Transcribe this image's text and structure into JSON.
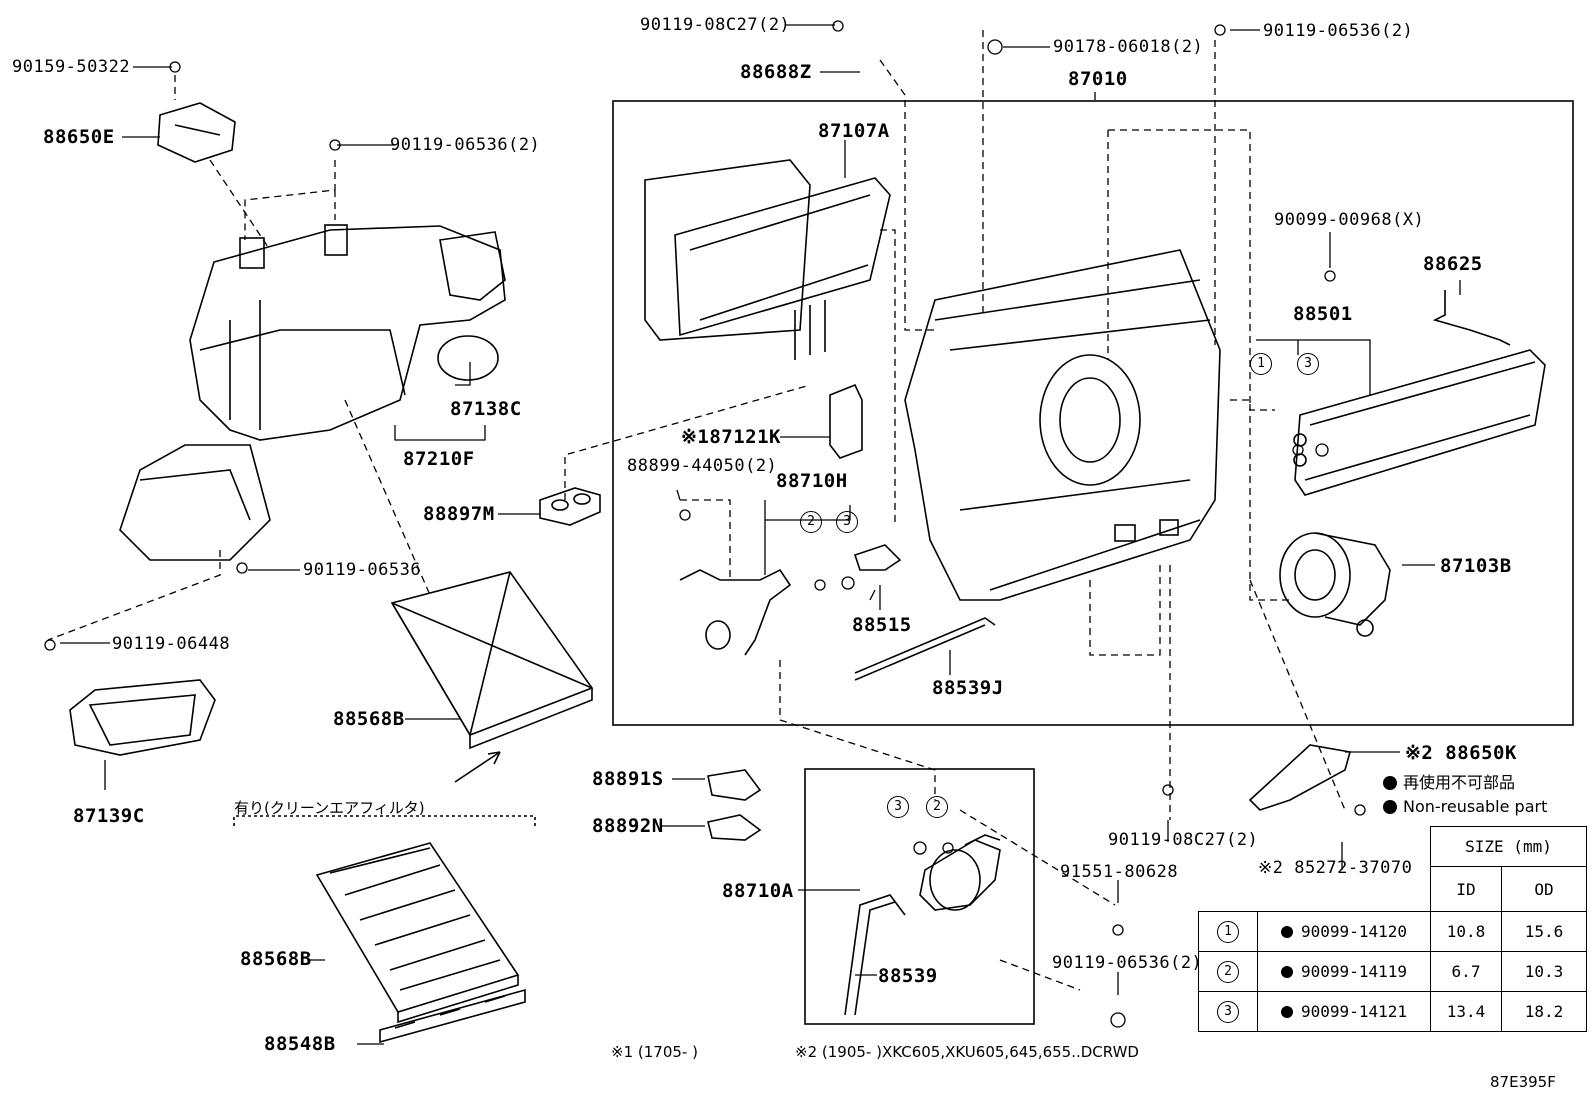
{
  "parts": {
    "p90159_50322": "90159-50322",
    "p88650E": "88650E",
    "p90119_06536_2_top": "90119-06536(2)",
    "p87138C": "87138C",
    "p87210F": "87210F",
    "p90119_06536": "90119-06536",
    "p90119_06448": "90119-06448",
    "p87139C": "87139C",
    "p88568B_top": "88568B",
    "clean_filter": "有り(クリーンエアフィルタ)",
    "p88568B_bot": "88568B",
    "p88548B": "88548B",
    "p90119_08C27_2_top": "90119-08C27(2)",
    "p88688Z": "88688Z",
    "p87107A": "87107A",
    "p88897M": "88897M",
    "p87121K": "※187121K",
    "p88899_44050_2": "88899-44050(2)",
    "p88710H": "88710H",
    "p88515": "88515",
    "p88539J": "88539J",
    "p88891S": "88891S",
    "p88892N": "88892N",
    "p88710A": "88710A",
    "p88539": "88539",
    "p90178_06018_2": "90178-06018(2)",
    "p87010": "87010",
    "p90119_06536_2_right": "90119-06536(2)",
    "p90099_00968_X": "90099-00968(X)",
    "p88625": "88625",
    "p88501": "88501",
    "p87103B": "87103B",
    "p88650K": "※2 88650K",
    "p90119_08C27_2_bot": "90119-08C27(2)",
    "p85272_37070": "※2 85272-37070",
    "p91551_80628": "91551-80628",
    "p90119_06536_2_bot": "90119-06536(2)"
  },
  "legend": {
    "non_reusable_jp": "再使用不可部品",
    "non_reusable_en": "Non-reusable part"
  },
  "size_table": {
    "title": "SIZE (mm)",
    "col_id": "ID",
    "col_od": "OD",
    "rows": [
      {
        "ref": "1",
        "part": "90099-14120",
        "id": "10.8",
        "od": "15.6"
      },
      {
        "ref": "2",
        "part": "90099-14119",
        "id": "6.7",
        "od": "10.3"
      },
      {
        "ref": "3",
        "part": "90099-14121",
        "id": "13.4",
        "od": "18.2"
      }
    ]
  },
  "callouts": {
    "c1": "1",
    "c2": "2",
    "c3": "3"
  },
  "footnotes": {
    "n1": "※1 (1705-        )",
    "n2": "※2 (1905-        )XKC605,XKU605,645,655..DCRWD"
  },
  "figure_id": "87E395F"
}
